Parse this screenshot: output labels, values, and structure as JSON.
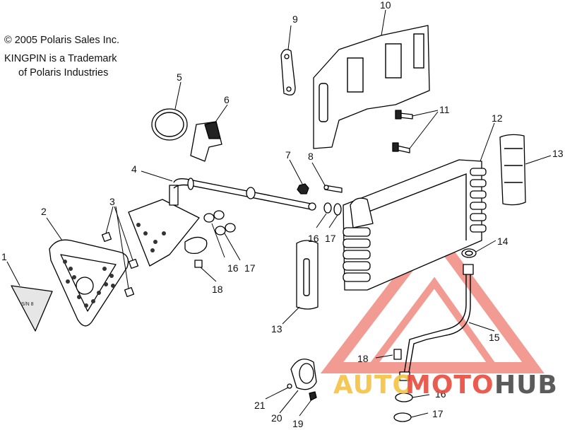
{
  "notice": {
    "line1": "© 2005 Polaris Sales Inc.",
    "line2": "KINGPIN is a Trademark",
    "line3": "of Polaris Industries"
  },
  "callouts": {
    "c1": "1",
    "c2": "2",
    "c3": "3",
    "c4": "4",
    "c5": "5",
    "c6": "6",
    "c7": "7",
    "c8": "8",
    "c9": "9",
    "c10": "10",
    "c11": "11",
    "c12": "12",
    "c13a": "13",
    "c13b": "13",
    "c14": "14",
    "c15": "15",
    "c16a": "16",
    "c16b": "16",
    "c16c": "16",
    "c17a": "17",
    "c17b": "17",
    "c17c": "17",
    "c18a": "18",
    "c18b": "18",
    "c19": "19",
    "c20": "20",
    "c21": "21"
  },
  "watermark": {
    "part1": "AUTO",
    "part2": "MOTO",
    "part3": "HUB",
    "colors": {
      "auto": "#f5c242",
      "moto": "#e84b3c",
      "hub": "#4a4a4a",
      "triangle": "#f08a80"
    }
  }
}
